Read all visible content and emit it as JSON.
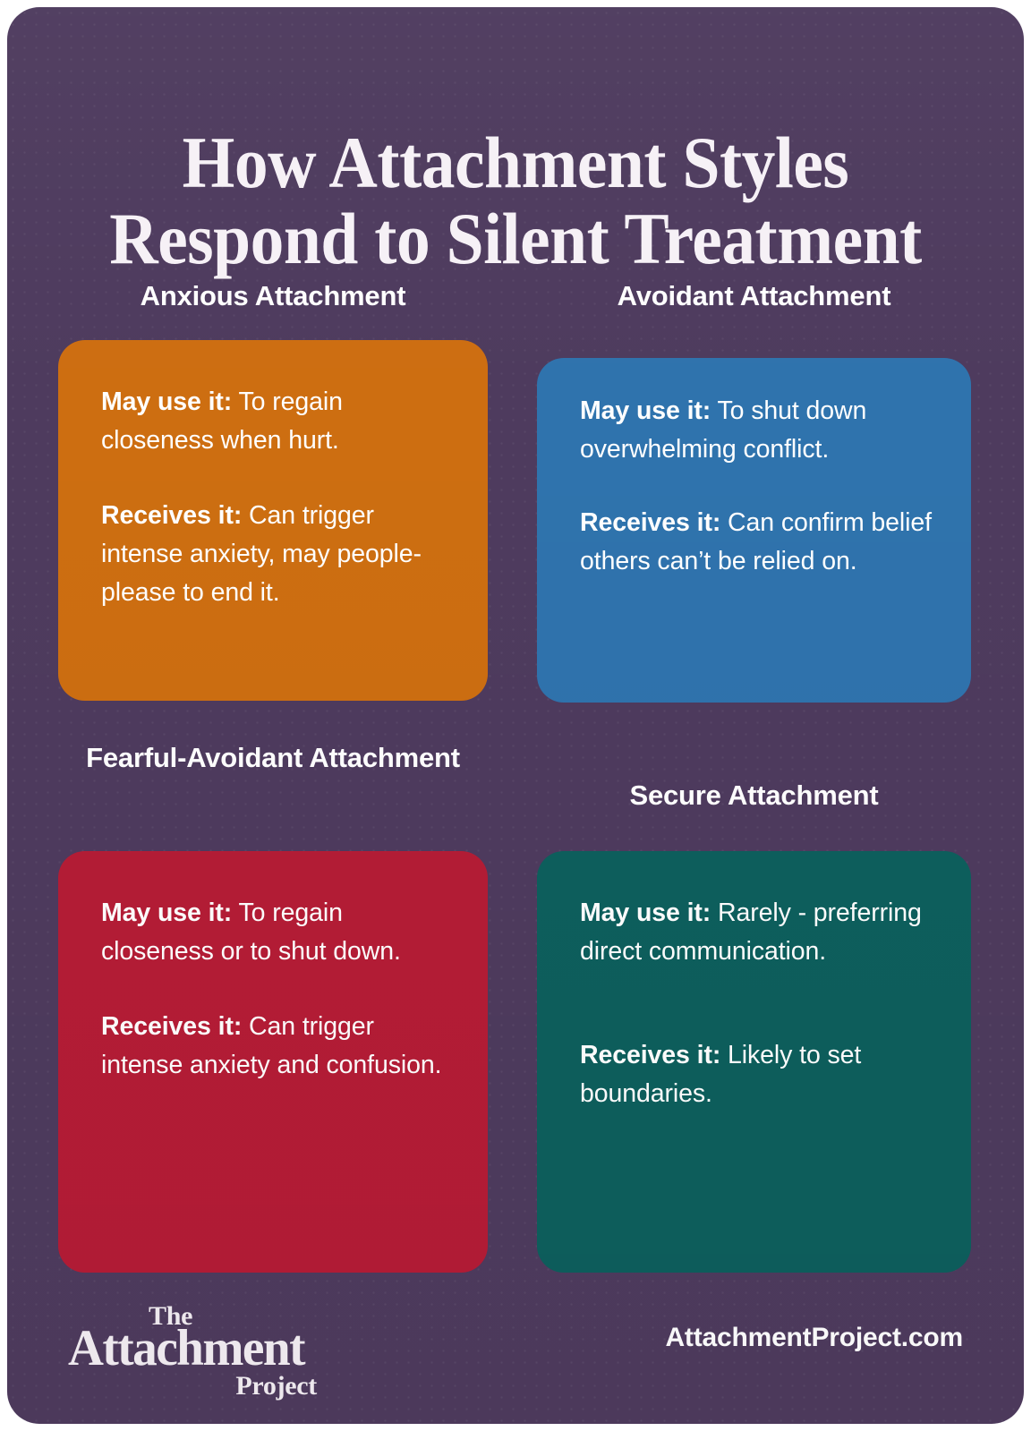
{
  "poster": {
    "title": "How Attachment Styles Respond to Silent Treatment",
    "background_color": "#4E3B5E",
    "title_color": "#F6F1F6"
  },
  "cards": [
    {
      "heading": "Anxious Attachment",
      "color": "#CD6E11",
      "may_use_label": "May use it:",
      "may_use_text": " To regain closeness when hurt.",
      "receives_label": "Receives it:",
      "receives_text": " Can trigger intense anxiety, may people-please to end it."
    },
    {
      "heading": "Avoidant Attachment",
      "color": "#2F73AD",
      "may_use_label": "May use it:",
      "may_use_text": "  To shut down overwhelming conflict.",
      "receives_label": "Receives it:",
      "receives_text": " Can confirm belief others can’t be relied on."
    },
    {
      "heading": "Fearful-Avoidant Attachment",
      "color": "#B51C36",
      "may_use_label": "May use it:",
      "may_use_text": " To regain closeness or to shut down.",
      "receives_label": "Receives it:",
      "receives_text": " Can trigger intense anxiety and confusion."
    },
    {
      "heading": "Secure Attachment",
      "color": "#0D5F5D",
      "may_use_label": "May use it:",
      "may_use_text": " Rarely - preferring direct communication.",
      "receives_label": "Receives it:",
      "receives_text": " Likely to set boundaries."
    }
  ],
  "footer": {
    "logo_the": "The",
    "logo_main": "Attachment",
    "logo_project": "Project",
    "website": "AttachmentProject.com"
  }
}
